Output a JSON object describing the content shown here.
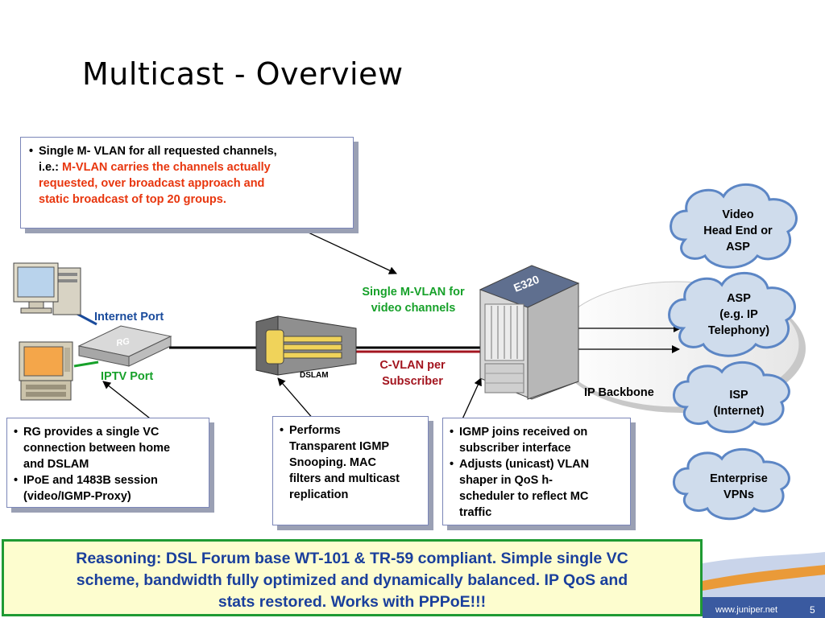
{
  "title": "Multicast - Overview",
  "top_callout": {
    "line1": "Single M- VLAN  for all requested channels,",
    "line2_prefix": "i.e.: ",
    "line2_red": "M-VLAN carries the channels actually",
    "line3_red": "requested, over broadcast approach and",
    "line4_red": "static broadcast of top 20 groups."
  },
  "labels": {
    "internet_port": "Internet Port",
    "iptv_port": "IPTV Port",
    "rg": "RG",
    "dslam": "DSLAM",
    "e320": "E320",
    "single_mvlan_line1": "Single M-VLAN for",
    "single_mvlan_line2": "video channels",
    "cvlan_line1": "C-VLAN per",
    "cvlan_line2": "Subscriber",
    "ip_backbone": "IP Backbone"
  },
  "clouds": {
    "video": [
      "Video",
      "Head End or",
      "ASP"
    ],
    "asp": [
      "ASP",
      "(e.g. IP",
      "Telephony)"
    ],
    "isp": [
      "ISP",
      "(Internet)"
    ],
    "enterprise": [
      "Enterprise",
      "VPNs"
    ]
  },
  "bottom_callouts": {
    "rg": {
      "items": [
        [
          "RG provides a single VC",
          "connection between home",
          "and DSLAM"
        ],
        [
          "IPoE and 1483B session",
          "(video/IGMP-Proxy)"
        ]
      ]
    },
    "dslam": {
      "items": [
        [
          "Performs",
          "Transparent IGMP",
          "Snooping. MAC",
          "filters and multicast",
          "replication"
        ]
      ]
    },
    "e320": {
      "items": [
        [
          "IGMP joins received on",
          "subscriber interface"
        ],
        [
          "Adjusts (unicast) VLAN",
          "shaper in QoS h-",
          "scheduler to reflect MC",
          "traffic"
        ]
      ]
    }
  },
  "reasoning": {
    "line1": "Reasoning: DSL Forum base WT-101 & TR-59 compliant.  Simple single VC",
    "line2": "scheme, bandwidth fully optimized and dynamically balanced. IP QoS and",
    "line3": "stats restored. Works with PPPoE!!!"
  },
  "footer": {
    "url": "www.juniper.net",
    "page": "5"
  },
  "colors": {
    "accent_blue": "#1a4b9c",
    "green": "#17a12a",
    "red": "#e8360e",
    "dark_red": "#a3151f",
    "cloud_fill": "#cfdcec",
    "cloud_stroke": "#5c86c5",
    "reasoning_bg": "#fdfdcf"
  }
}
